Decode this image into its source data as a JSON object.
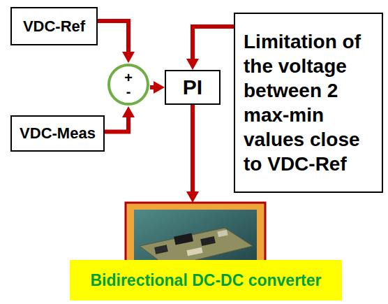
{
  "diagram": {
    "nodes": [
      {
        "text": [
          "VDC-Ref"
        ]
      },
      {
        "text": [
          "+",
          "-"
        ]
      },
      {
        "text": [
          "PI"
        ]
      },
      {
        "text": [
          "Limitation of the voltage between 2 max-min values close to VDC-Ref"
        ]
      },
      {
        "text": [
          "VDC-Meas"
        ]
      },
      {
        "text": [
          "Bidirectional DC-DC converter"
        ]
      }
    ],
    "edges": [
      {
        "from": 0,
        "to": 1,
        "arrow": "to"
      },
      {
        "from": 4,
        "to": 1,
        "arrow": "to"
      },
      {
        "from": 1,
        "to": 2,
        "arrow": "to"
      },
      {
        "from": 3,
        "to": 2,
        "arrow": "to"
      },
      {
        "from": 2,
        "to": 5,
        "arrow": "to"
      }
    ]
  }
}
